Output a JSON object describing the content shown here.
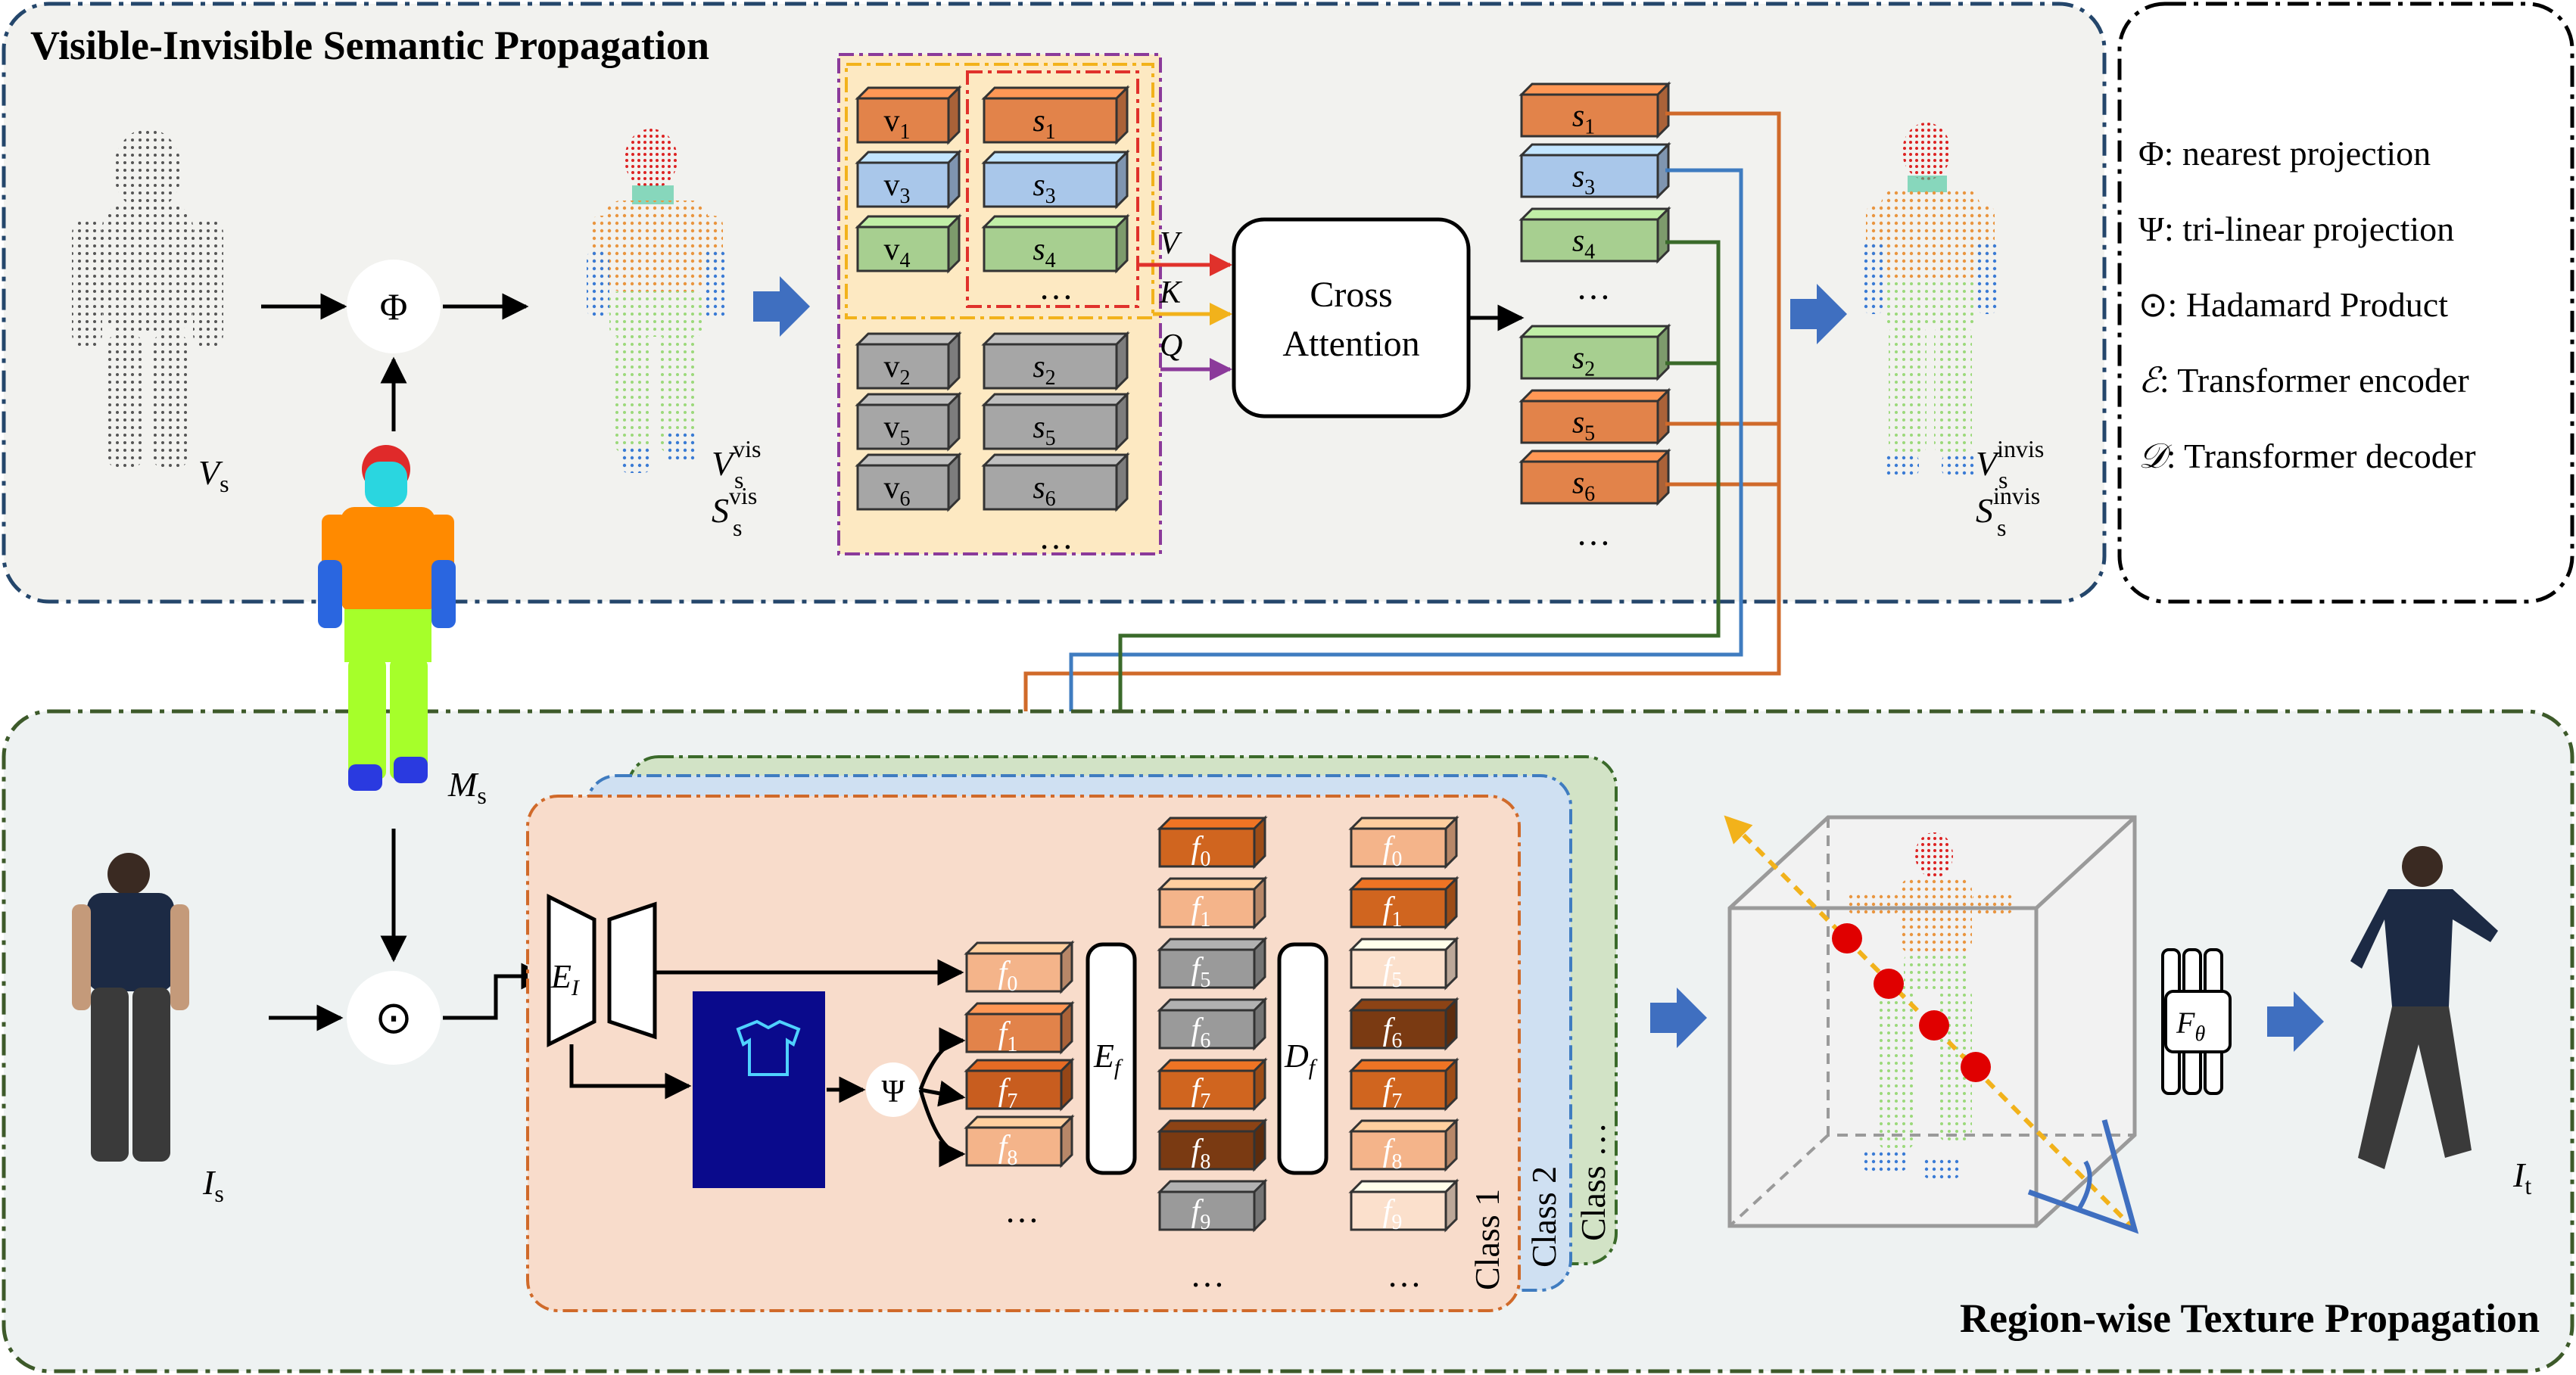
{
  "top_panel": {
    "title": "Visible-Invisible Semantic Propagation"
  },
  "bottom_panel": {
    "title": "Region-wise Texture Propagation"
  },
  "legend": {
    "items": [
      {
        "symbol": "Φ",
        "text": ": nearest projection"
      },
      {
        "symbol": "Ψ",
        "text": ": tri-linear projection"
      },
      {
        "symbol": "⊙",
        "text": ": Hadamard Product"
      },
      {
        "symbol": "ℰ",
        "text": ": Transformer encoder"
      },
      {
        "symbol": "𝒟",
        "text": ": Transformer decoder"
      }
    ]
  },
  "labels": {
    "phi": "Φ",
    "psi": "Ψ",
    "odot": "⊙",
    "vs": "V",
    "vs_sub": "s",
    "vs_vis": "V",
    "ss_vis": "S",
    "vis_sup": "vis",
    "s_sub": "s",
    "vs_invis": "V",
    "ss_invis": "S",
    "invis_sup": "invis",
    "ms": "M",
    "is": "I",
    "it": "I",
    "t_sub": "t",
    "cross_line1": "Cross",
    "cross_line2": "Attention",
    "v": "V",
    "k": "K",
    "q": "Q",
    "ellipsis": "…",
    "ei": "E",
    "ei_sub": "I",
    "ef": "E",
    "df": "D",
    "f_sub": "f",
    "ftheta": "F",
    "theta": "θ",
    "class1": "Class 1",
    "class2": "Class 2",
    "class3": "Class …"
  },
  "visible_pairs": [
    {
      "v": "v",
      "vi": "1",
      "s": "s",
      "si": "1",
      "color": "orange"
    },
    {
      "v": "v",
      "vi": "3",
      "s": "s",
      "si": "3",
      "color": "blue"
    },
    {
      "v": "v",
      "vi": "4",
      "s": "s",
      "si": "4",
      "color": "green"
    }
  ],
  "invisible_pairs": [
    {
      "v": "v",
      "vi": "2",
      "s": "s",
      "si": "2"
    },
    {
      "v": "v",
      "vi": "5",
      "s": "s",
      "si": "5"
    },
    {
      "v": "v",
      "vi": "6",
      "s": "s",
      "si": "6"
    }
  ],
  "output_semantics": [
    {
      "s": "s",
      "i": "1",
      "color": "orange"
    },
    {
      "s": "s",
      "i": "3",
      "color": "blue"
    },
    {
      "s": "s",
      "i": "4",
      "color": "green"
    },
    {
      "s": "s",
      "i": "2",
      "color": "green"
    },
    {
      "s": "s",
      "i": "5",
      "color": "orange"
    },
    {
      "s": "s",
      "i": "6",
      "color": "orange"
    }
  ],
  "features_psi": [
    {
      "f": "f",
      "i": "0"
    },
    {
      "f": "f",
      "i": "1"
    },
    {
      "f": "f",
      "i": "7"
    },
    {
      "f": "f",
      "i": "8"
    }
  ],
  "features_col2": [
    {
      "f": "f",
      "i": "0"
    },
    {
      "f": "f",
      "i": "1"
    },
    {
      "f": "f",
      "i": "5"
    },
    {
      "f": "f",
      "i": "6"
    },
    {
      "f": "f",
      "i": "7"
    },
    {
      "f": "f",
      "i": "8"
    },
    {
      "f": "f",
      "i": "9"
    }
  ],
  "features_col3": [
    {
      "f": "f",
      "i": "0"
    },
    {
      "f": "f",
      "i": "1"
    },
    {
      "f": "f",
      "i": "5"
    },
    {
      "f": "f",
      "i": "6"
    },
    {
      "f": "f",
      "i": "7"
    },
    {
      "f": "f",
      "i": "8"
    },
    {
      "f": "f",
      "i": "9"
    }
  ],
  "colors": {
    "orange": "#e2834a",
    "blue": "#a9c7ea",
    "green": "#a7cf90",
    "gray": "#a6a6a6",
    "panel_top_border": "#24466b",
    "panel_bottom_border": "#3d5a2a",
    "arrow_orange": "#d06a2a",
    "arrow_blue": "#3f7cc0",
    "arrow_green": "#3a6a2a",
    "arrow_red": "#e0312b",
    "arrow_yellow": "#f2b21b",
    "arrow_purple": "#8b3a9a",
    "block_arrow": "#3f6fc0"
  }
}
